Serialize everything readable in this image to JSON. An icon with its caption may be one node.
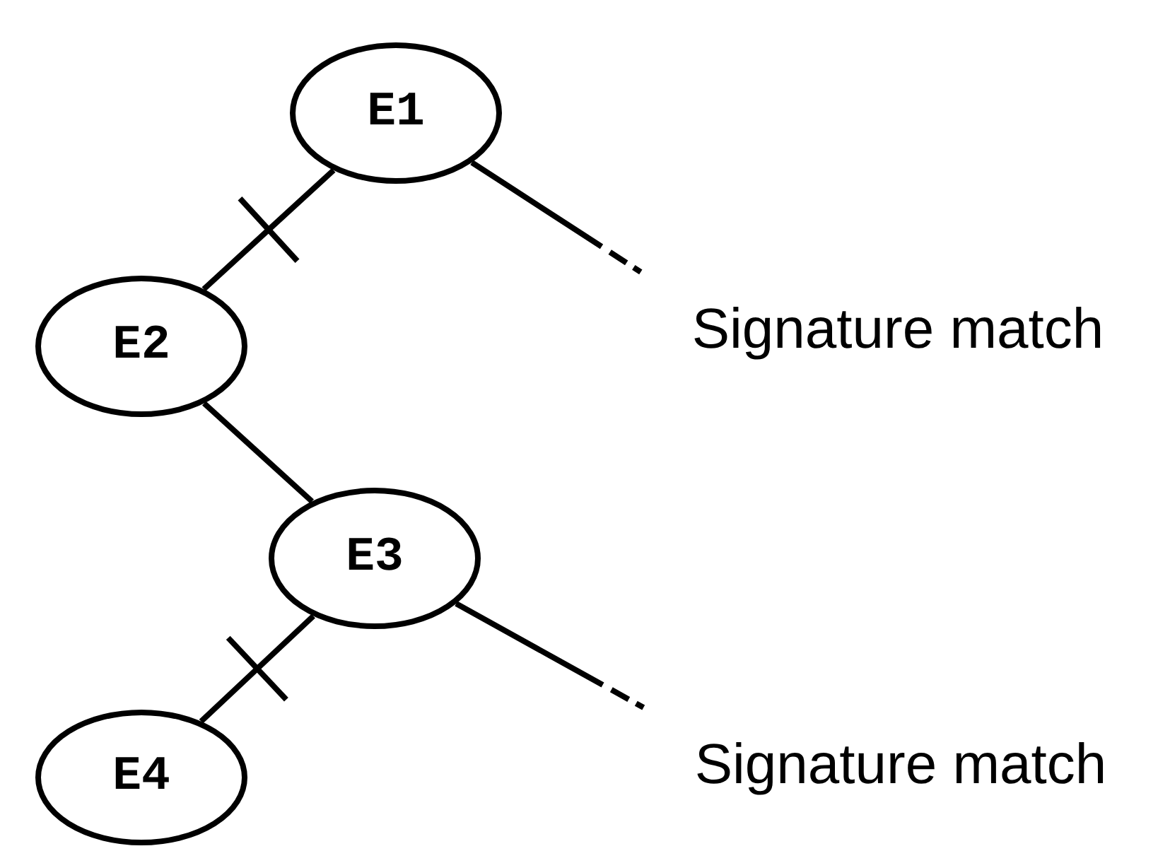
{
  "diagram": {
    "nodes": [
      {
        "text": [
          "E1"
        ]
      },
      {
        "text": [
          "E2"
        ]
      },
      {
        "text": [
          "E3"
        ]
      },
      {
        "text": [
          "E4"
        ]
      },
      {
        "text": [
          "Signature match"
        ]
      },
      {
        "text": [
          "Signature match"
        ]
      }
    ],
    "edges": [
      {
        "from": 0,
        "to": 1,
        "arrow": "none"
      },
      {
        "from": 0,
        "to": 4,
        "arrow": "none",
        "style": "dashed"
      },
      {
        "from": 1,
        "to": 2,
        "arrow": "none"
      },
      {
        "from": 2,
        "to": 3,
        "arrow": "none"
      },
      {
        "from": 2,
        "to": 5,
        "arrow": "none",
        "style": "dashed"
      }
    ]
  }
}
